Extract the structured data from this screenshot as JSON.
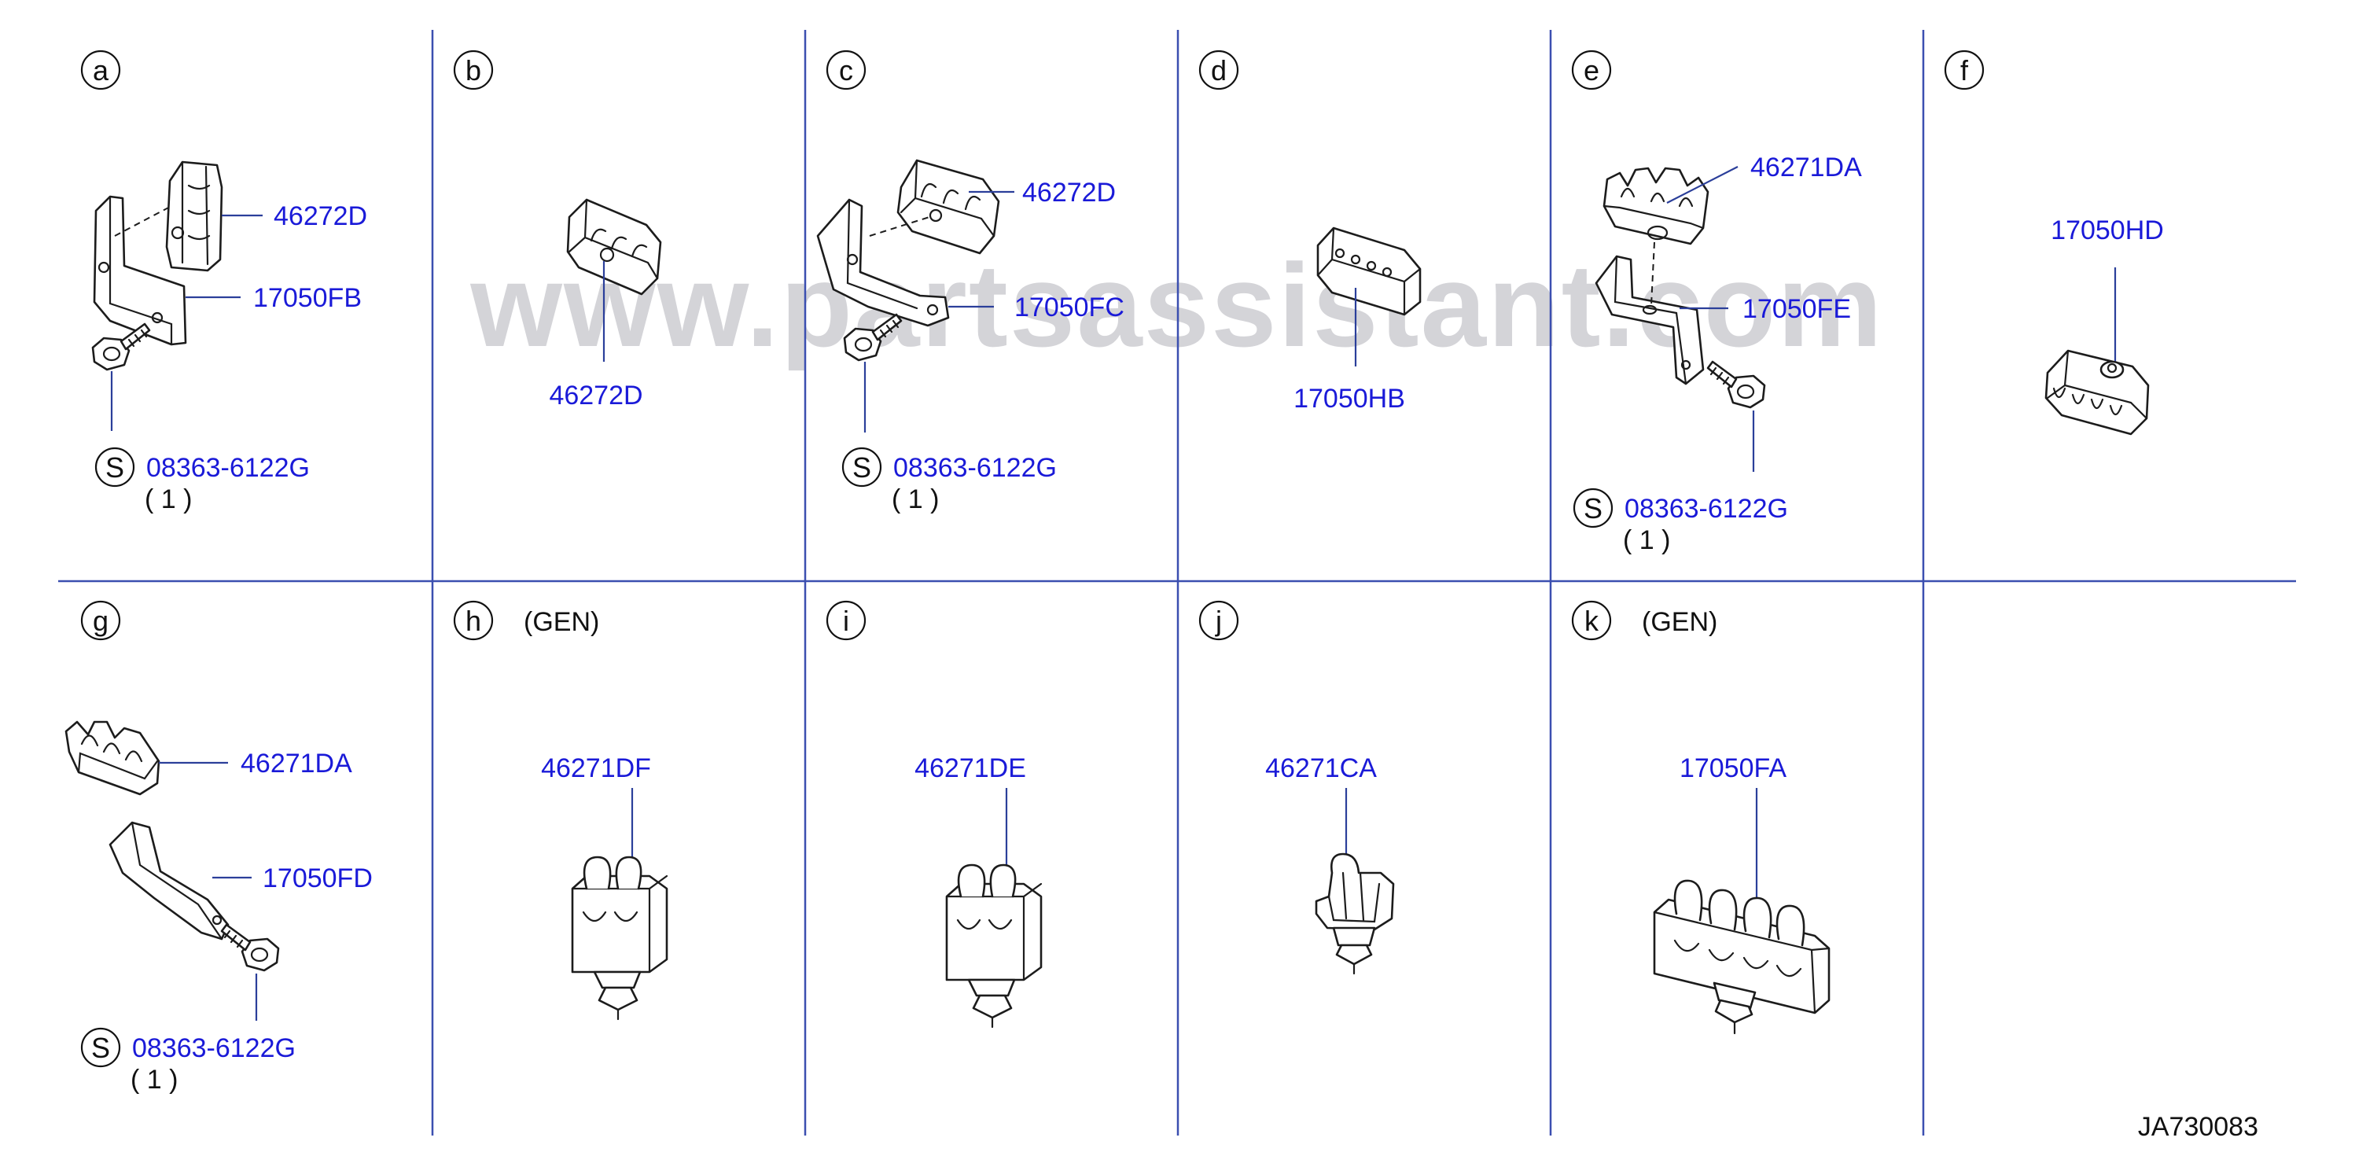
{
  "watermark": "www.partsassistant.com",
  "diagram_code": "JA730083",
  "screw_symbol": "S",
  "cells": [
    {
      "letter": "a",
      "parts": [
        "46272D",
        "17050FB"
      ],
      "screw": "08363-6122G",
      "qty": "( 1 )"
    },
    {
      "letter": "b",
      "parts": [
        "46272D"
      ]
    },
    {
      "letter": "c",
      "parts": [
        "46272D",
        "17050FC"
      ],
      "screw": "08363-6122G",
      "qty": "( 1 )"
    },
    {
      "letter": "d",
      "parts": [
        "17050HB"
      ]
    },
    {
      "letter": "e",
      "parts": [
        "46271DA",
        "17050FE"
      ],
      "screw": "08363-6122G",
      "qty": "( 1 )"
    },
    {
      "letter": "f",
      "parts": [
        "17050HD"
      ]
    },
    {
      "letter": "g",
      "parts": [
        "46271DA",
        "17050FD"
      ],
      "screw": "08363-6122G",
      "qty": "( 1 )"
    },
    {
      "letter": "h",
      "tag": "(GEN)",
      "parts": [
        "46271DF"
      ]
    },
    {
      "letter": "i",
      "parts": [
        "46271DE"
      ]
    },
    {
      "letter": "j",
      "parts": [
        "46271CA"
      ]
    },
    {
      "letter": "k",
      "tag": "(GEN)",
      "parts": [
        "17050FA"
      ]
    }
  ]
}
